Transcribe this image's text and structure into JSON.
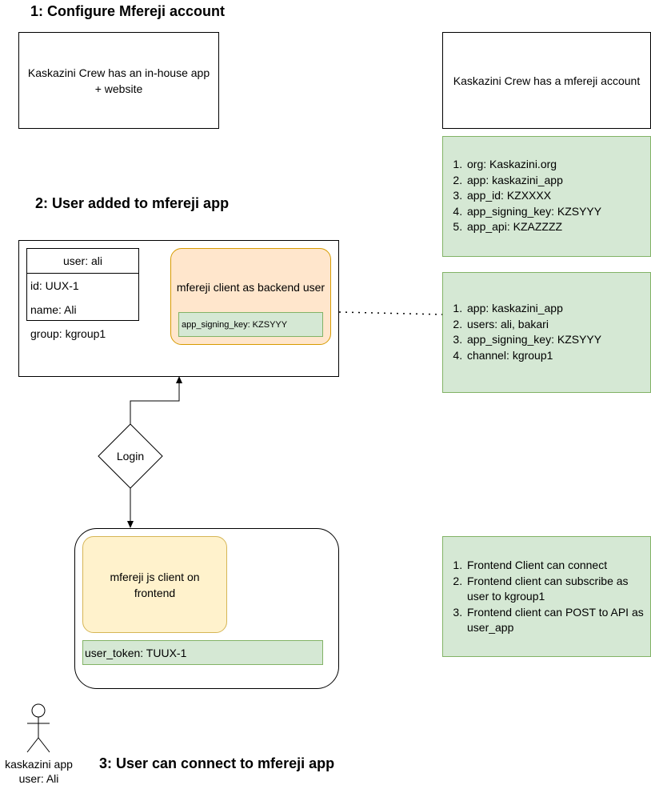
{
  "headings": {
    "step1": "1: Configure Mfereji account",
    "step2": "2: User added to mfereji app",
    "step3": "3: User can connect to mfereji app"
  },
  "inhouse_box": {
    "text": "Kaskazini Crew has an in-house app + website"
  },
  "account_box": {
    "text": "Kaskazini Crew has a mfereji account"
  },
  "account_config": {
    "items": [
      "org: Kaskazini.org",
      "app: kaskazini_app",
      "app_id: KZXXXX",
      "app_signing_key: KZSYYY",
      "app_api: KZAZZZZ"
    ]
  },
  "app_config": {
    "items": [
      "app: kaskazini_app",
      "users: ali, bakari",
      "app_signing_key: KZSYYY",
      "channel: kgroup1"
    ]
  },
  "user_table": {
    "header": "user: ali",
    "id": "id: UUX-1",
    "name": "name: Ali",
    "group": "group: kgroup1"
  },
  "backend_client": {
    "label": "mfereji client as backend user",
    "key": "app_signing_key: KZSYYY"
  },
  "login": {
    "label": "Login"
  },
  "frontend_client": {
    "label": "mfereji js client on frontend",
    "token": "user_token: TUUX-1"
  },
  "capabilities": {
    "items": [
      "Frontend Client can connect",
      "Frontend client can subscribe as user to kgroup1",
      "Frontend client can POST to API as user_app"
    ]
  },
  "actor": {
    "label": "kaskazini app user: Ali"
  },
  "colors": {
    "green_fill": "#d5e8d4",
    "green_border": "#82b366",
    "orange_fill": "#ffe6cc",
    "orange_border": "#d79b00",
    "yellow_fill": "#fff2cc",
    "yellow_border": "#d6b656"
  }
}
